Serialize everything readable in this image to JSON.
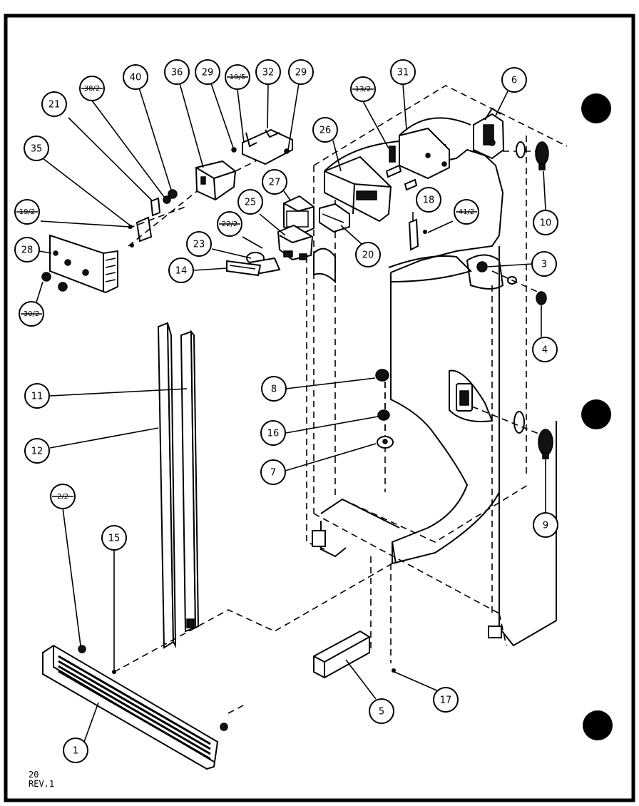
{
  "diagram": {
    "page_number": "20",
    "revision": "REV.1",
    "callouts": [
      {
        "label": "1"
      },
      {
        "label": "2/2"
      },
      {
        "label": "3"
      },
      {
        "label": "4"
      },
      {
        "label": "5"
      },
      {
        "label": "6"
      },
      {
        "label": "7"
      },
      {
        "label": "8"
      },
      {
        "label": "9"
      },
      {
        "label": "10"
      },
      {
        "label": "11"
      },
      {
        "label": "12"
      },
      {
        "label": "13/2"
      },
      {
        "label": "14"
      },
      {
        "label": "15"
      },
      {
        "label": "16"
      },
      {
        "label": "17"
      },
      {
        "label": "18"
      },
      {
        "label": "19/2"
      },
      {
        "label": "19/5"
      },
      {
        "label": "20"
      },
      {
        "label": "21"
      },
      {
        "label": "22/2"
      },
      {
        "label": "23"
      },
      {
        "label": "25"
      },
      {
        "label": "26"
      },
      {
        "label": "27"
      },
      {
        "label": "28"
      },
      {
        "label": "29"
      },
      {
        "label": "29"
      },
      {
        "label": "30/2"
      },
      {
        "label": "31"
      },
      {
        "label": "32"
      },
      {
        "label": "35"
      },
      {
        "label": "36"
      },
      {
        "label": "38/2"
      },
      {
        "label": "40"
      },
      {
        "label": "41/2"
      }
    ]
  }
}
